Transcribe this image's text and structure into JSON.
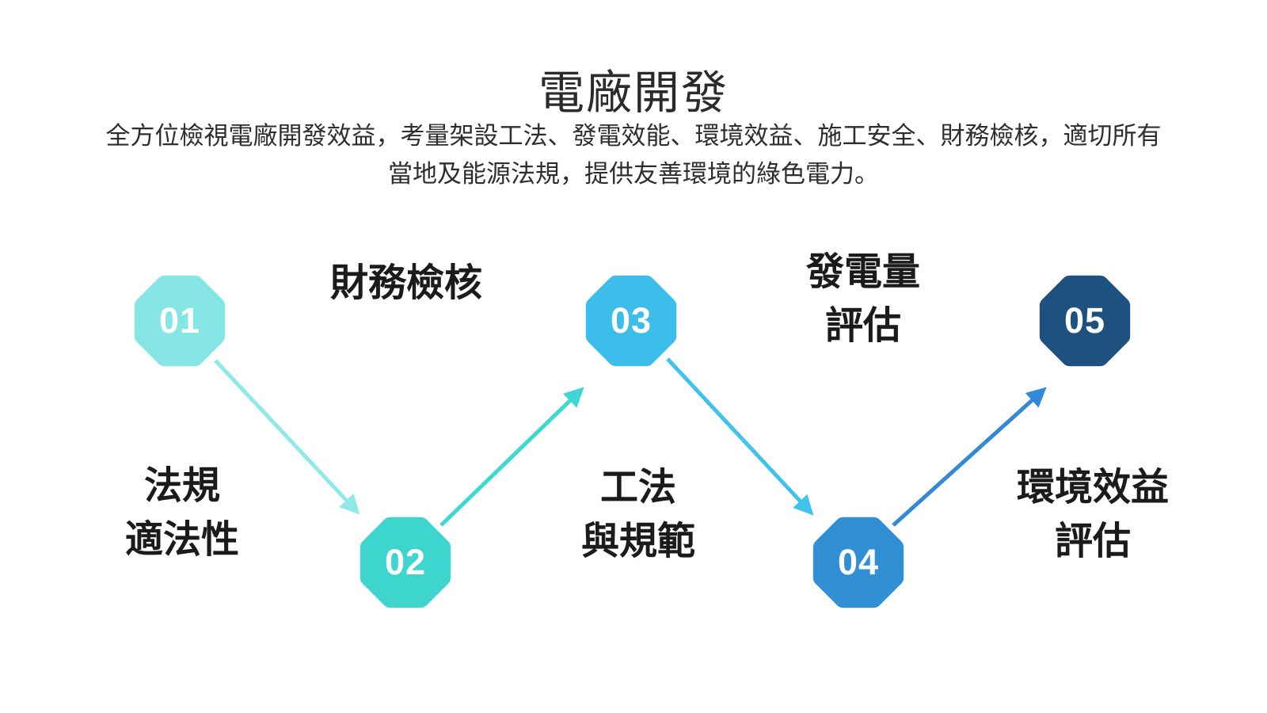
{
  "header": {
    "title": "電廠開發",
    "subtitle": "全方位檢視電廠開發效益，考量架設工法、發電效能、環境效益、施工安全、財務檢核，適切所有當地及能源法規，提供友善環境的綠色電力。"
  },
  "steps": [
    {
      "number": "01",
      "label": "法規\n適法性",
      "color": "#85E6E3"
    },
    {
      "number": "02",
      "label": "財務檢核",
      "color": "#3ED5CF"
    },
    {
      "number": "03",
      "label": "工法\n與規範",
      "color": "#3DBDE9"
    },
    {
      "number": "04",
      "label": "發電量\n評估",
      "color": "#3190D3"
    },
    {
      "number": "05",
      "label": "環境效益\n評估",
      "color": "#1E5080"
    }
  ],
  "arrows": [
    {
      "from": "01",
      "to": "02",
      "color": "#90E9E6"
    },
    {
      "from": "02",
      "to": "03",
      "color": "#3DD8D2"
    },
    {
      "from": "03",
      "to": "04",
      "color": "#40C2EC"
    },
    {
      "from": "04",
      "to": "05",
      "color": "#3489D6"
    }
  ],
  "text_colors": {
    "title": "#2b2b2b",
    "subtitle": "#2e2e2e",
    "label": "#1b1b1b",
    "number": "#ffffff"
  }
}
